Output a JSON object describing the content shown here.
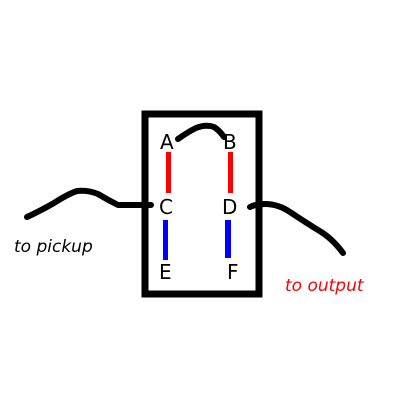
{
  "diagram": {
    "terminals": {
      "a": "A",
      "b": "B",
      "c": "C",
      "d": "D",
      "e": "E",
      "f": "F"
    },
    "notes": {
      "pickup": "to pickup",
      "output": "to output"
    },
    "colors": {
      "outline": "#000000",
      "upper_contacts": "#ff0000",
      "lower_contacts": "#0000ff",
      "pickup_note": "#000000",
      "output_note": "#ff0000"
    }
  }
}
